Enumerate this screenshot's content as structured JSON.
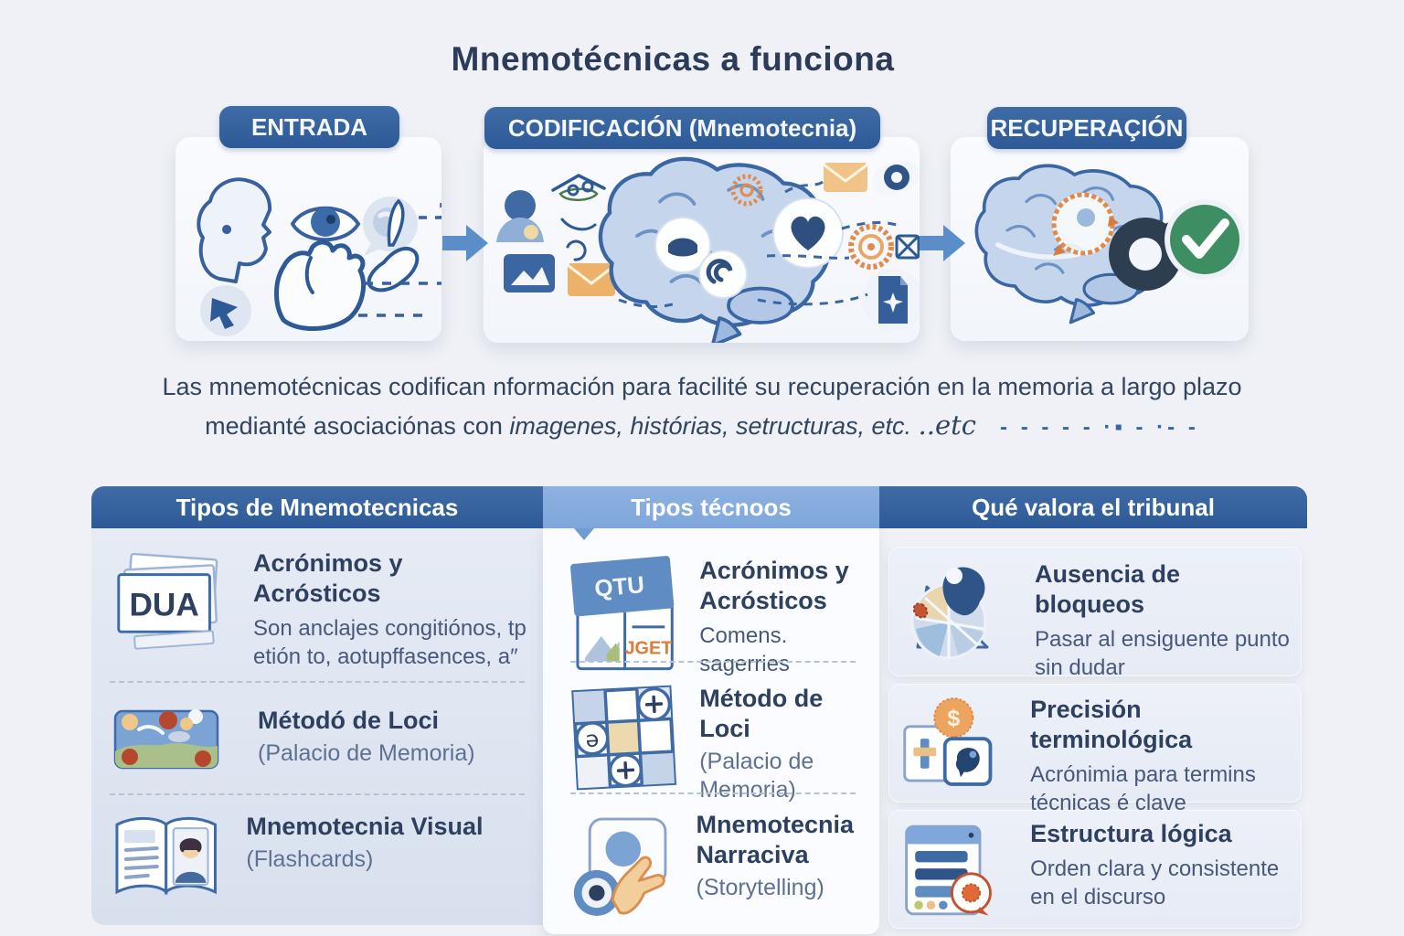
{
  "page": {
    "title": "Mnemotécnicas a funciona"
  },
  "flow": {
    "stages": [
      {
        "label": "ENTRADA"
      },
      {
        "label": "CODIFICACIÓN (Mnemotecnia)"
      },
      {
        "label": "RECUPERAÇIÓN"
      }
    ]
  },
  "summary": {
    "line1": "Las mnemotécnicas codifican nformación para facilité su recuperación en la memoria a largo plazo",
    "line2_prefix": "medianté asociaciónas con ",
    "line2_italic": "imagenes, histórias, setructuras, etc. ",
    "line2_etc": "..etc",
    "dashes": "- - - - - ·▪ - ·- -"
  },
  "columns": [
    {
      "header": "Tipos de Mnemotecnicas",
      "items": [
        {
          "icon": "dua-flashcards-icon",
          "icon_text": "DUA",
          "title": "Acrónimos y Acrósticos",
          "subtitle": "Son anclajes congitiónos, tp etión to, aotupffasences, a″"
        },
        {
          "icon": "landscape-image-icon",
          "title": "Métodó de Loci",
          "subtitle": "(Palacio de Memoria)"
        },
        {
          "icon": "book-person-icon",
          "title": "Mnemotecnia Visual",
          "subtitle": "(Flashcards)"
        }
      ]
    },
    {
      "header": "Tipos técnoos",
      "items": [
        {
          "icon": "qtu-card-icon",
          "icon_text": "QTU",
          "icon_subtext": "JGET",
          "title": "Acrónimos y Acrósticos",
          "subtitle": "Comens. sagerries"
        },
        {
          "icon": "loci-grid-icon",
          "title": "Método de Loci",
          "subtitle": "(Palacio de Memoria)"
        },
        {
          "icon": "storytelling-hand-icon",
          "title": "Mnemotecnia Narraciva",
          "subtitle": "(Storytelling)"
        }
      ]
    },
    {
      "header": "Qué valora el tribunal",
      "items": [
        {
          "icon": "globe-bird-icon",
          "title": "Ausencia de bloqueos",
          "subtitle": "Pasar al ensiguente punto sin dudar"
        },
        {
          "icon": "money-terms-icon",
          "title": "Precisión terminológica",
          "subtitle": "Acrónimia para termins técnicas é clave"
        },
        {
          "icon": "document-structure-icon",
          "title": "Estructura lógica",
          "subtitle": "Orden clara y consistente en el discurso"
        }
      ]
    }
  ],
  "icons": {
    "arrow-right-icon": "➔",
    "check-icon": "✓",
    "brain-icon": "brain-silhouette",
    "head-profile-icon": "head-outline",
    "eye-icon": "eye",
    "speech-bubble-eye-icon": "bubble",
    "fist-icon": "hand",
    "hand-leaf-icon": "hand-leaf",
    "magnifier-icon": "O",
    "target-icon": "◎",
    "envelope-icon": "✉"
  },
  "colors": {
    "page_bg": "#eff1f6",
    "header_dark_blue": "#2d5a97",
    "header_light_blue": "#7fa7db",
    "arrow_blue": "#5b8dc9",
    "title_text": "#2b3b58",
    "check_green": "#3e8e63",
    "accent_orange": "#e8924d",
    "brain_fill": "#c5d5ec"
  }
}
